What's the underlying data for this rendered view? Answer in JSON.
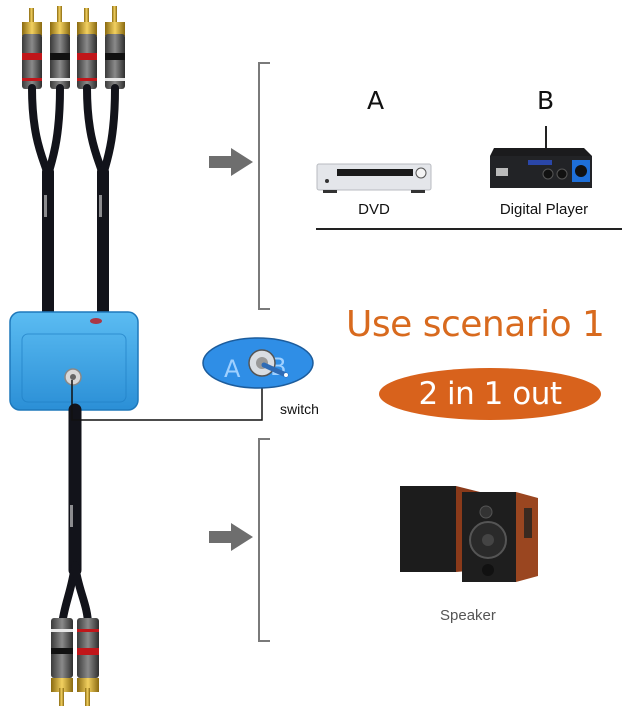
{
  "title": "Use scenario 1",
  "mode_badge": "2 in 1 out",
  "sources": [
    {
      "letter": "A",
      "label": "DVD"
    },
    {
      "letter": "B",
      "label": "Digital Player"
    }
  ],
  "switch": {
    "label": "switch",
    "left_letter": "A",
    "right_letter": "B"
  },
  "output": {
    "label": "Speaker"
  },
  "colors": {
    "accent_orange": "#d8621c",
    "switch_blue": "#2f8ee6",
    "box_blue": "#3da6e8",
    "bracket_gray": "#7a7a7a",
    "cable_black": "#12131a"
  }
}
